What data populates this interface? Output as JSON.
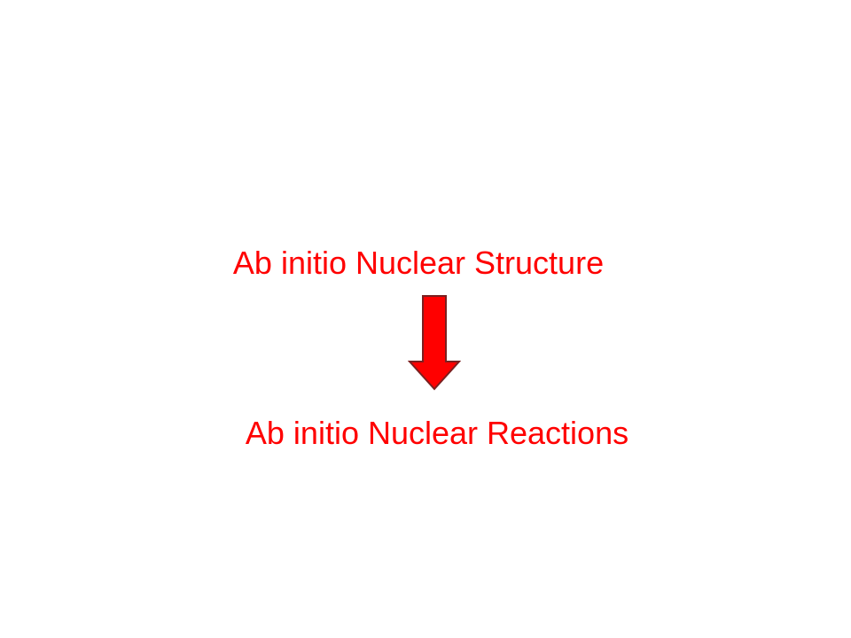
{
  "diagram": {
    "top_label": "Ab initio Nuclear Structure",
    "bottom_label": "Ab initio Nuclear Reactions",
    "arrow_direction": "down",
    "arrow_icon": "arrow-down-icon"
  },
  "colors": {
    "text": "#ff0000",
    "arrow_fill": "#ff0000",
    "arrow_stroke": "#7a2020",
    "background": "#ffffff"
  }
}
